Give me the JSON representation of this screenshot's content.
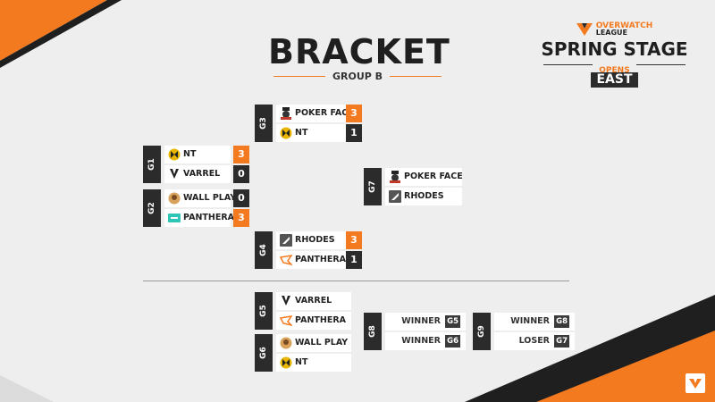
{
  "header": {
    "title": "BRACKET",
    "subtitle": "GROUP B"
  },
  "brand": {
    "league_top": "OVERWATCH",
    "league_bottom": "LEAGUE",
    "stage": "SPRING STAGE",
    "opens": "OPENS",
    "region": "EAST"
  },
  "colors": {
    "accent": "#f47a1f",
    "dark": "#2b2b2b",
    "bg": "#eeeeee"
  },
  "matches": {
    "g1": {
      "label": "G1",
      "team1": {
        "name": "NT",
        "score": "3"
      },
      "team2": {
        "name": "VARREL",
        "score": "0"
      }
    },
    "g2": {
      "label": "G2",
      "team1": {
        "name": "WALL PLAY",
        "score": "0"
      },
      "team2": {
        "name": "PANTHERA",
        "score": "3"
      }
    },
    "g3": {
      "label": "G3",
      "team1": {
        "name": "POKER FACE",
        "score": "3"
      },
      "team2": {
        "name": "NT",
        "score": "1"
      }
    },
    "g4": {
      "label": "G4",
      "team1": {
        "name": "RHODES",
        "score": "3"
      },
      "team2": {
        "name": "PANTHERA",
        "score": "1"
      }
    },
    "g5": {
      "label": "G5",
      "team1": {
        "name": "VARREL"
      },
      "team2": {
        "name": "PANTHERA"
      }
    },
    "g6": {
      "label": "G6",
      "team1": {
        "name": "WALL PLAY"
      },
      "team2": {
        "name": "NT"
      }
    },
    "g7": {
      "label": "G7",
      "team1": {
        "name": "POKER FACE"
      },
      "team2": {
        "name": "RHODES"
      }
    },
    "g8": {
      "label": "G8",
      "slot1": {
        "text": "WINNER",
        "game": "G5"
      },
      "slot2": {
        "text": "WINNER",
        "game": "G6"
      }
    },
    "g9": {
      "label": "G9",
      "slot1": {
        "text": "WINNER",
        "game": "G8"
      },
      "slot2": {
        "text": "LOSER",
        "game": "G7"
      }
    }
  }
}
